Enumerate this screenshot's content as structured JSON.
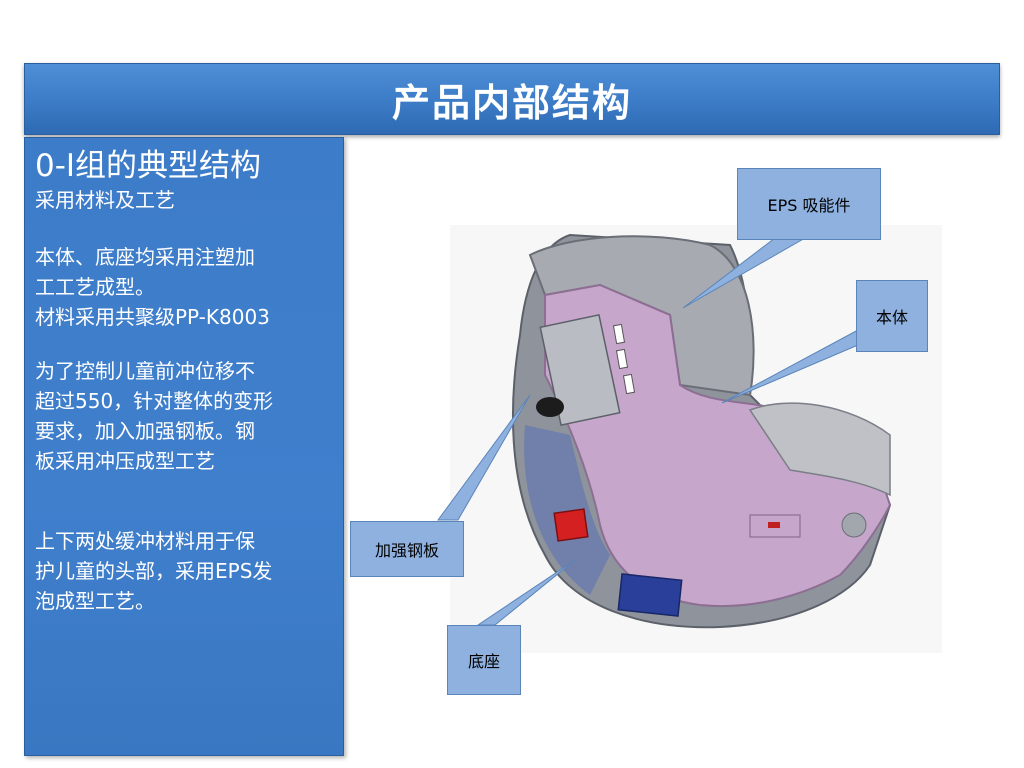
{
  "slide": {
    "title": "产品内部结构"
  },
  "panel": {
    "heading": "0-I组的典型结构",
    "subheading": "采用材料及工艺",
    "para1_line1": "本体、底座均采用注塑加",
    "para1_line2": "工工艺成型。",
    "para1_line3": "材料采用共聚级PP-K8003",
    "para2_line1": "为了控制儿童前冲位移不",
    "para2_line2": "超过550，针对整体的变形",
    "para2_line3": "要求，加入加强钢板。钢",
    "para2_line4": "板采用冲压成型工艺",
    "para3_line1": "上下两处缓冲材料用于保",
    "para3_line2": "护儿童的头部，采用EPS发",
    "para3_line3": "泡成型工艺。"
  },
  "callouts": {
    "eps": "EPS  吸能件",
    "body": "本体",
    "steel": "加强钢板",
    "base": "底座"
  },
  "colors": {
    "title_blue": "#3f7fca",
    "callout_blue": "#8eb1df",
    "seat_pink": "#c8a8cc",
    "seat_grey": "#9a9ea6",
    "steel_red": "#d42020",
    "base_blue": "#2a3f9a"
  }
}
